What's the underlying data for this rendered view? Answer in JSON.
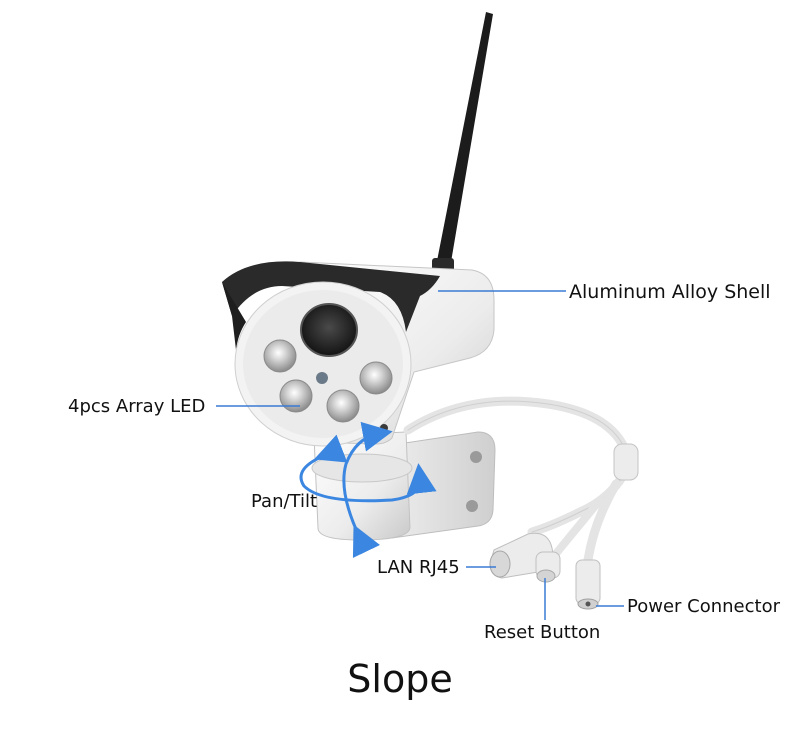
{
  "labels": {
    "shell": "Aluminum Alloy Shell",
    "led": "4pcs Array LED",
    "pan_tilt": "Pan/Tilt",
    "lan": "LAN RJ45",
    "power": "Power Connector",
    "reset": "Reset Button"
  },
  "caption": "Slope",
  "colors": {
    "leader_line": "#3a7bd5",
    "arrow": "#3a86e0",
    "text": "#111111"
  }
}
